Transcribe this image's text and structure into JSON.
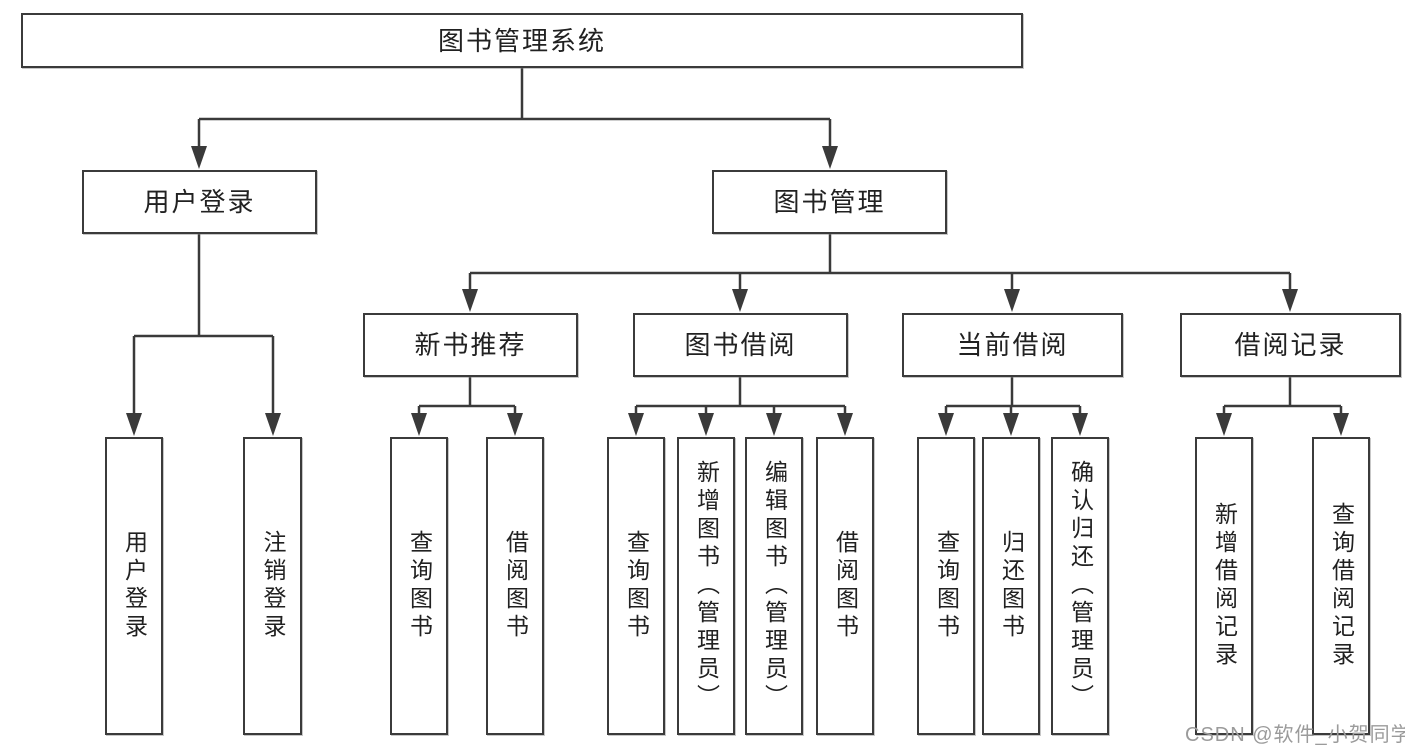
{
  "tree": {
    "root": "图书管理系统",
    "level2": [
      {
        "label": "用户登录",
        "leaves": [
          "用户登录",
          "注销登录"
        ]
      },
      {
        "label": "图书管理",
        "sections": [
          {
            "label": "新书推荐",
            "leaves": [
              "查询图书",
              "借阅图书"
            ]
          },
          {
            "label": "图书借阅",
            "leaves": [
              "查询图书",
              "新增图书（管理员）",
              "编辑图书（管理员）",
              "借阅图书"
            ]
          },
          {
            "label": "当前借阅",
            "leaves": [
              "查询图书",
              "归还图书",
              "确认归还（管理员）"
            ]
          },
          {
            "label": "借阅记录",
            "leaves": [
              "新增借阅记录",
              "查询借阅记录"
            ]
          }
        ]
      }
    ]
  },
  "watermark": {
    "text": "CSDN @软件_小贺同学"
  },
  "colors": {
    "line": "#3a3a3a",
    "border": "#3b3b3b",
    "text": "#212121",
    "watermark": "#9b9b9b",
    "background": "#ffffff"
  }
}
